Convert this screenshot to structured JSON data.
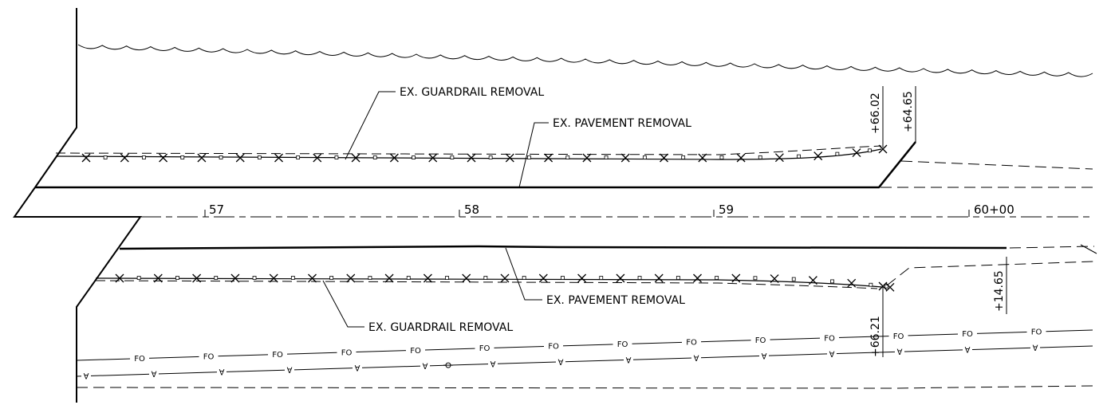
{
  "labels": {
    "guardrail_top": "EX. GUARDRAIL REMOVAL",
    "pavement_top": "EX. PAVEMENT REMOVAL",
    "pavement_bottom": "EX. PAVEMENT REMOVAL",
    "guardrail_bottom": "EX. GUARDRAIL REMOVAL"
  },
  "stations": [
    "57",
    "58",
    "59",
    "60+00"
  ],
  "offsets": {
    "top_left": "+66.02",
    "top_right": "+64.65",
    "bottom_left": "+66.21",
    "bottom_right": "+14.65"
  },
  "utilities": {
    "fiber_optic_code": "FO",
    "water_symbol": "∀"
  }
}
